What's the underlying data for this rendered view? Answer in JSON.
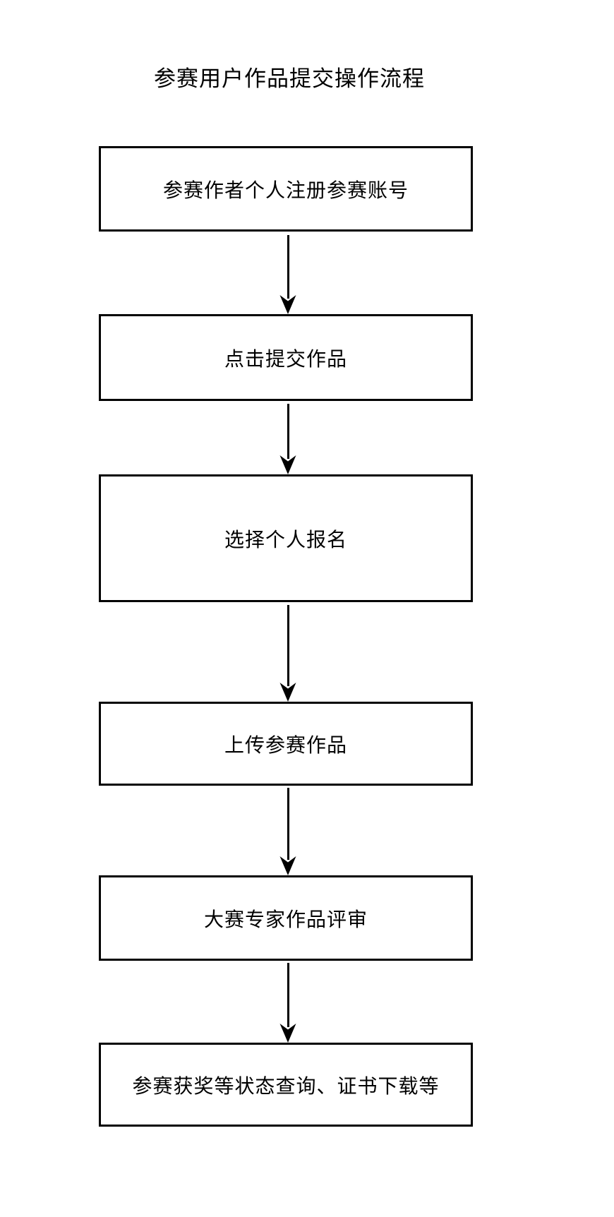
{
  "page": {
    "title": "参赛用户作品提交操作流程"
  },
  "flow": {
    "steps": [
      {
        "label": "参赛作者个人注册参赛账号"
      },
      {
        "label": "点击提交作品"
      },
      {
        "label": "选择个人报名"
      },
      {
        "label": "上传参赛作品"
      },
      {
        "label": "大赛专家作品评审"
      },
      {
        "label": "参赛获奖等状态查询、证书下载等"
      }
    ]
  },
  "colors": {
    "background": "#ffffff",
    "text": "#000000",
    "border": "#000000",
    "arrow": "#000000"
  }
}
